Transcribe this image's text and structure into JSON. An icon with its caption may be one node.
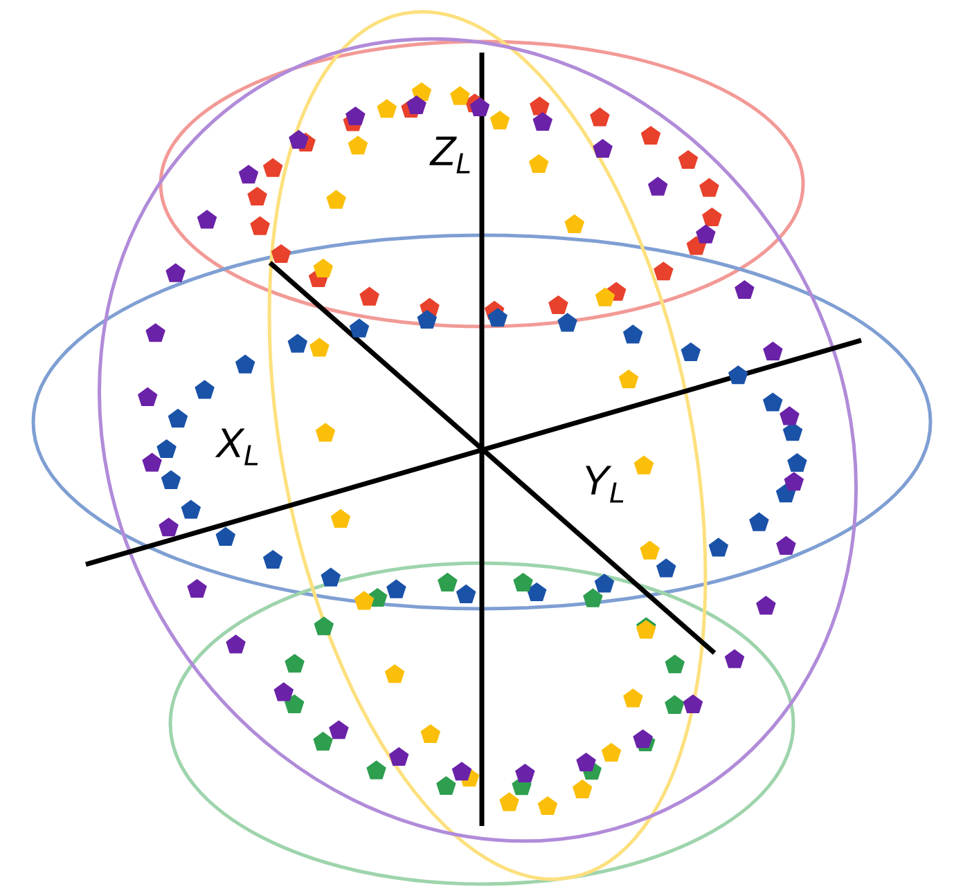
{
  "diagram": {
    "labels": [
      "Z$_{L}$",
      "X$_{L}$",
      "Y$_{L}$"
    ]
  }
}
